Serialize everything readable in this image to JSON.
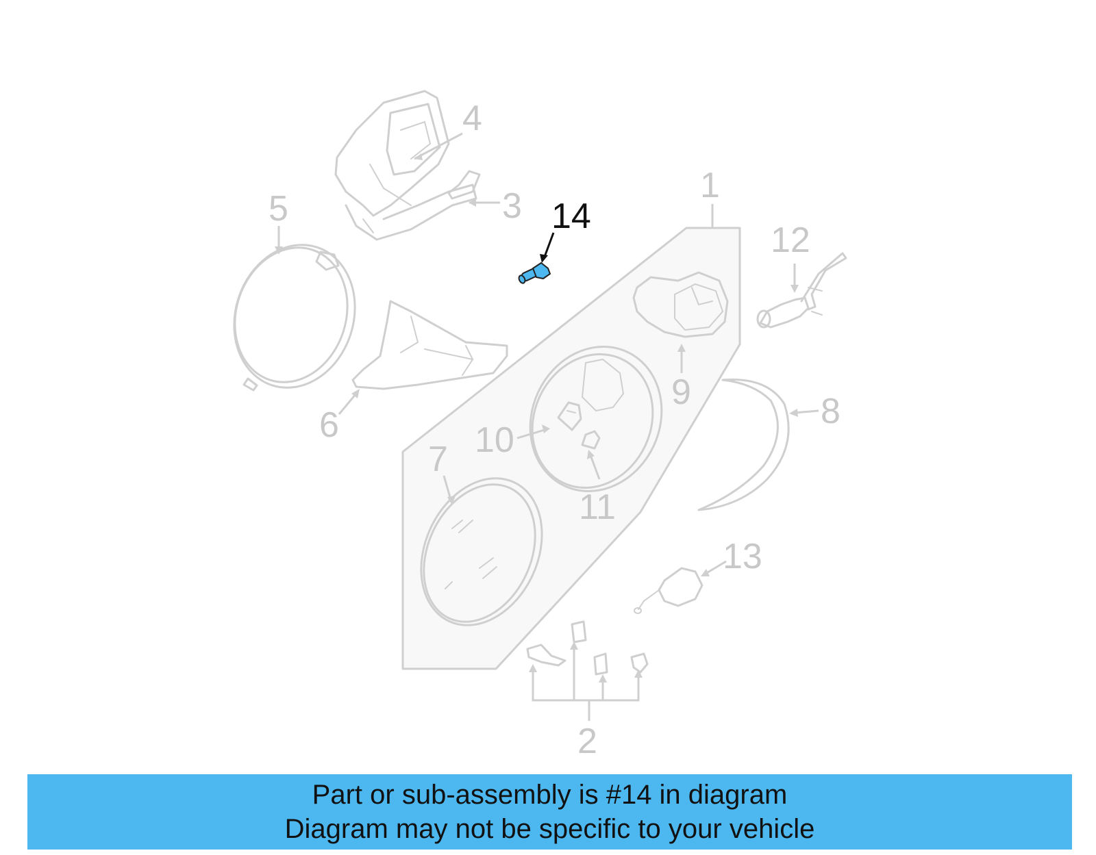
{
  "callouts": [
    {
      "id": "1",
      "label": "1",
      "highlighted": false
    },
    {
      "id": "2",
      "label": "2",
      "highlighted": false
    },
    {
      "id": "3",
      "label": "3",
      "highlighted": false
    },
    {
      "id": "4",
      "label": "4",
      "highlighted": false
    },
    {
      "id": "5",
      "label": "5",
      "highlighted": false
    },
    {
      "id": "6",
      "label": "6",
      "highlighted": false
    },
    {
      "id": "7",
      "label": "7",
      "highlighted": false
    },
    {
      "id": "8",
      "label": "8",
      "highlighted": false
    },
    {
      "id": "9",
      "label": "9",
      "highlighted": false
    },
    {
      "id": "10",
      "label": "10",
      "highlighted": false
    },
    {
      "id": "11",
      "label": "11",
      "highlighted": false
    },
    {
      "id": "12",
      "label": "12",
      "highlighted": false
    },
    {
      "id": "13",
      "label": "13",
      "highlighted": false
    },
    {
      "id": "14",
      "label": "14",
      "highlighted": true
    }
  ],
  "banner": {
    "line1": "Part or sub-assembly is #14 in diagram",
    "line2": "Diagram may not be specific to your vehicle"
  },
  "colors": {
    "highlight_part": "#4db8f0",
    "banner_bg": "#4db8f0",
    "line_art": "#cfcfcf",
    "highlight_text": "#111111"
  }
}
